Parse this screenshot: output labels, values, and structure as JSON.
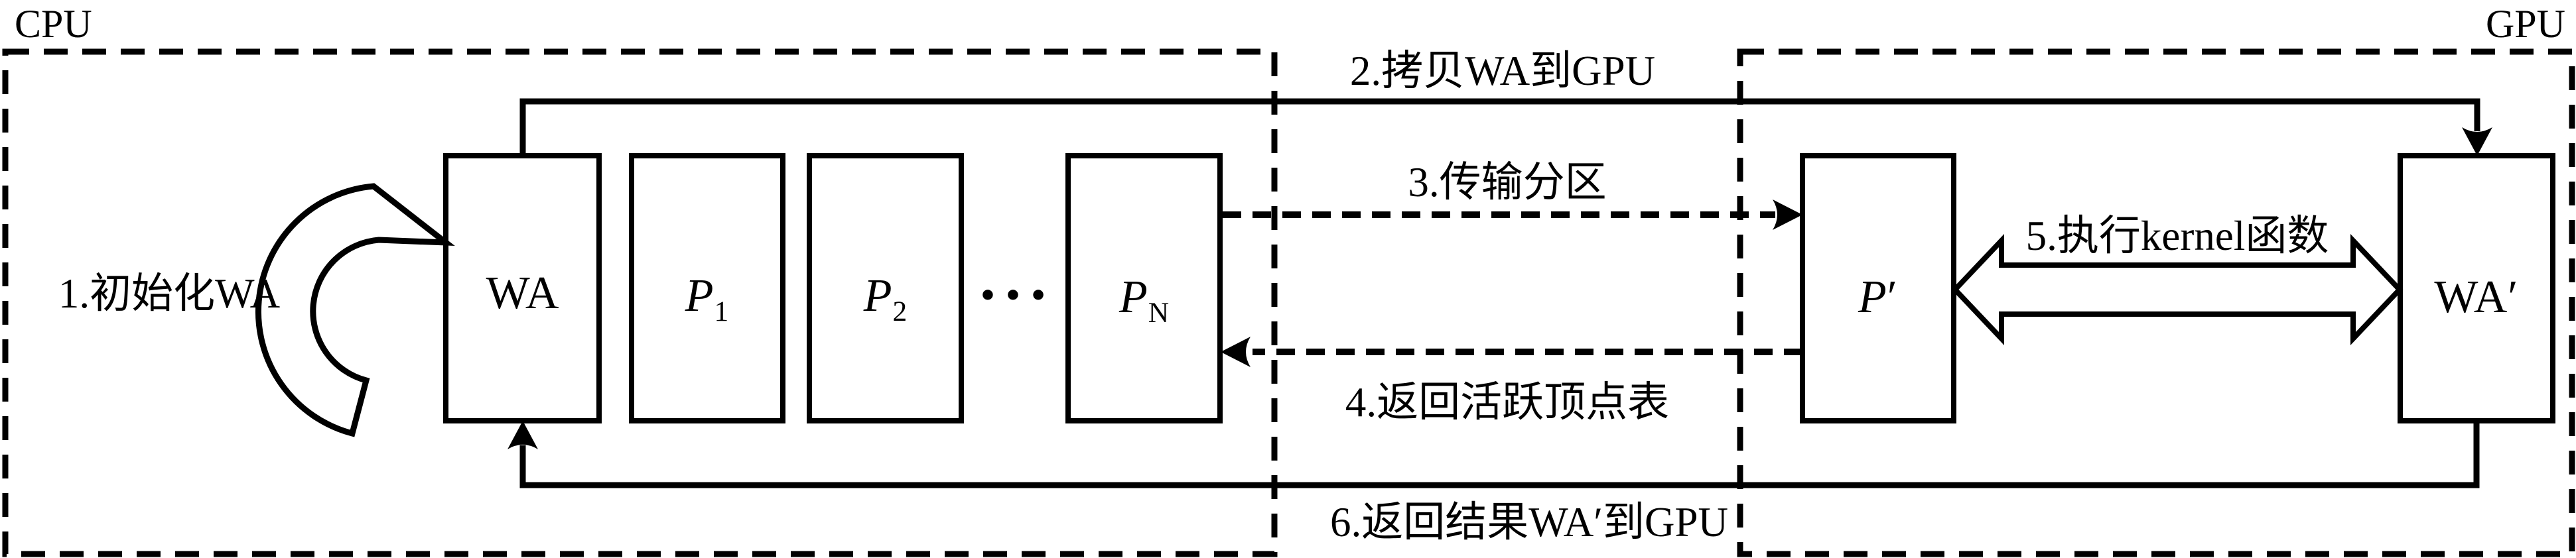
{
  "regions": {
    "cpu": {
      "label": "CPU"
    },
    "gpu": {
      "label": "GPU"
    }
  },
  "boxes": {
    "wa": {
      "label": "WA"
    },
    "p1": {
      "base": "P",
      "sub": "1"
    },
    "p2": {
      "base": "P",
      "sub": "2"
    },
    "dots": {
      "label": "•••"
    },
    "pn": {
      "base": "P",
      "sub": "N"
    },
    "pprime": {
      "base": "P",
      "prime": "′"
    },
    "waprime": {
      "label": "WA′"
    }
  },
  "steps": {
    "s1": "1.初始化WA",
    "s2": "2.拷贝WA到GPU",
    "s3": "3.传输分区",
    "s4": "4.返回活跃顶点表",
    "s5": "5.执行kernel函数",
    "s6": "6.返回结果WA′到GPU"
  },
  "colors": {
    "ink": "#000000",
    "background": "#ffffff"
  }
}
